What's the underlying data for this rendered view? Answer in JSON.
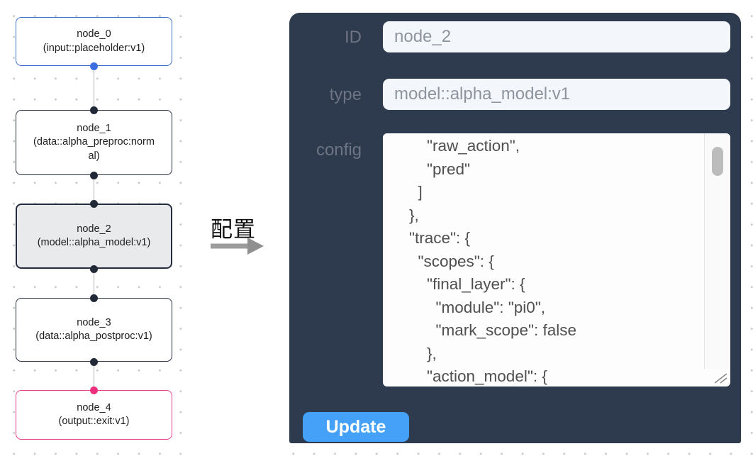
{
  "flow": {
    "nodes": [
      {
        "title": "node_0",
        "subtitle": "(input::placeholder:v1)",
        "variant": "input"
      },
      {
        "title": "node_1",
        "subtitle": "(data::alpha_preproc:normal)",
        "variant": "default"
      },
      {
        "title": "node_2",
        "subtitle": "(model::alpha_model:v1)",
        "variant": "selected"
      },
      {
        "title": "node_3",
        "subtitle": "(data::alpha_postproc:v1)",
        "variant": "default"
      },
      {
        "title": "node_4",
        "subtitle": "(output::exit:v1)",
        "variant": "output"
      }
    ]
  },
  "transfer": {
    "label": "配置",
    "arrow_icon": "arrow-right-icon"
  },
  "panel": {
    "fields": [
      {
        "label": "ID",
        "value": "node_2"
      },
      {
        "label": "type",
        "value": "model::alpha_model:v1"
      }
    ],
    "config_label": "config",
    "config_text": "        \"raw_action\",\n        \"pred\"\n      ]\n    },\n    \"trace\": {\n      \"scopes\": {\n        \"final_layer\": {\n          \"module\": \"pi0\",\n          \"mark_scope\": false\n        },\n        \"action_model\": {",
    "update_label": "Update"
  },
  "colors": {
    "panel_bg": "#2e3a4d",
    "accent_blue": "#45a0f7",
    "input_node_border": "#3a6cc8",
    "output_node_border": "#e83d8c",
    "selected_node_bg": "#e9eaec",
    "handle_dark": "#212938",
    "handle_blue": "#3b6ee2",
    "handle_pink": "#ee2f80",
    "edge_gray": "#b4b4b4",
    "label_gray": "#6d7585",
    "field_bg": "#f3f6fa"
  }
}
